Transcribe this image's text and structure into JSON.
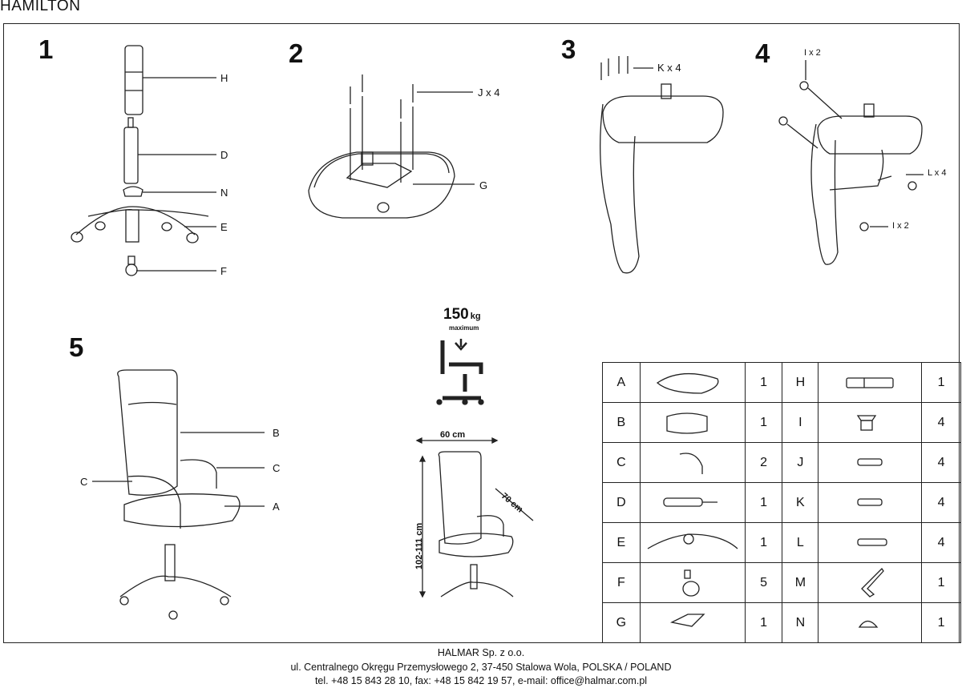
{
  "title": "HAMILTON",
  "steps": [
    "1",
    "2",
    "3",
    "4",
    "5"
  ],
  "step1": {
    "labels": [
      "H",
      "D",
      "N",
      "E",
      "F"
    ]
  },
  "step2": {
    "labels": [
      "J x 4",
      "G"
    ]
  },
  "step3": {
    "labels": [
      "K x 4"
    ]
  },
  "step4": {
    "labels": [
      "I x 2",
      "L x 4",
      "I x 2"
    ]
  },
  "step5": {
    "labels": [
      "B",
      "C",
      "C",
      "A"
    ]
  },
  "capacity": {
    "value": "150",
    "unit": "kg",
    "sub": "maximum"
  },
  "dimensions": {
    "width": "60 cm",
    "depth": "70 cm",
    "height": "102-111 cm"
  },
  "parts": [
    {
      "l1": "A",
      "q1": "1",
      "l2": "H",
      "q2": "1"
    },
    {
      "l1": "B",
      "q1": "1",
      "l2": "I",
      "q2": "4"
    },
    {
      "l1": "C",
      "q1": "2",
      "l2": "J",
      "q2": "4"
    },
    {
      "l1": "D",
      "q1": "1",
      "l2": "K",
      "q2": "4"
    },
    {
      "l1": "E",
      "q1": "1",
      "l2": "L",
      "q2": "4"
    },
    {
      "l1": "F",
      "q1": "5",
      "l2": "M",
      "q2": "1"
    },
    {
      "l1": "G",
      "q1": "1",
      "l2": "N",
      "q2": "1"
    }
  ],
  "footer": {
    "company": "HALMAR Sp. z o.o.",
    "address": "ul. Centralnego Okręgu Przemysłowego 2, 37-450 Stalowa Wola, POLSKA / POLAND",
    "contact": "tel. +48 15 843 28 10, fax: +48 15 842 19 57, e-mail: office@halmar.com.pl"
  }
}
